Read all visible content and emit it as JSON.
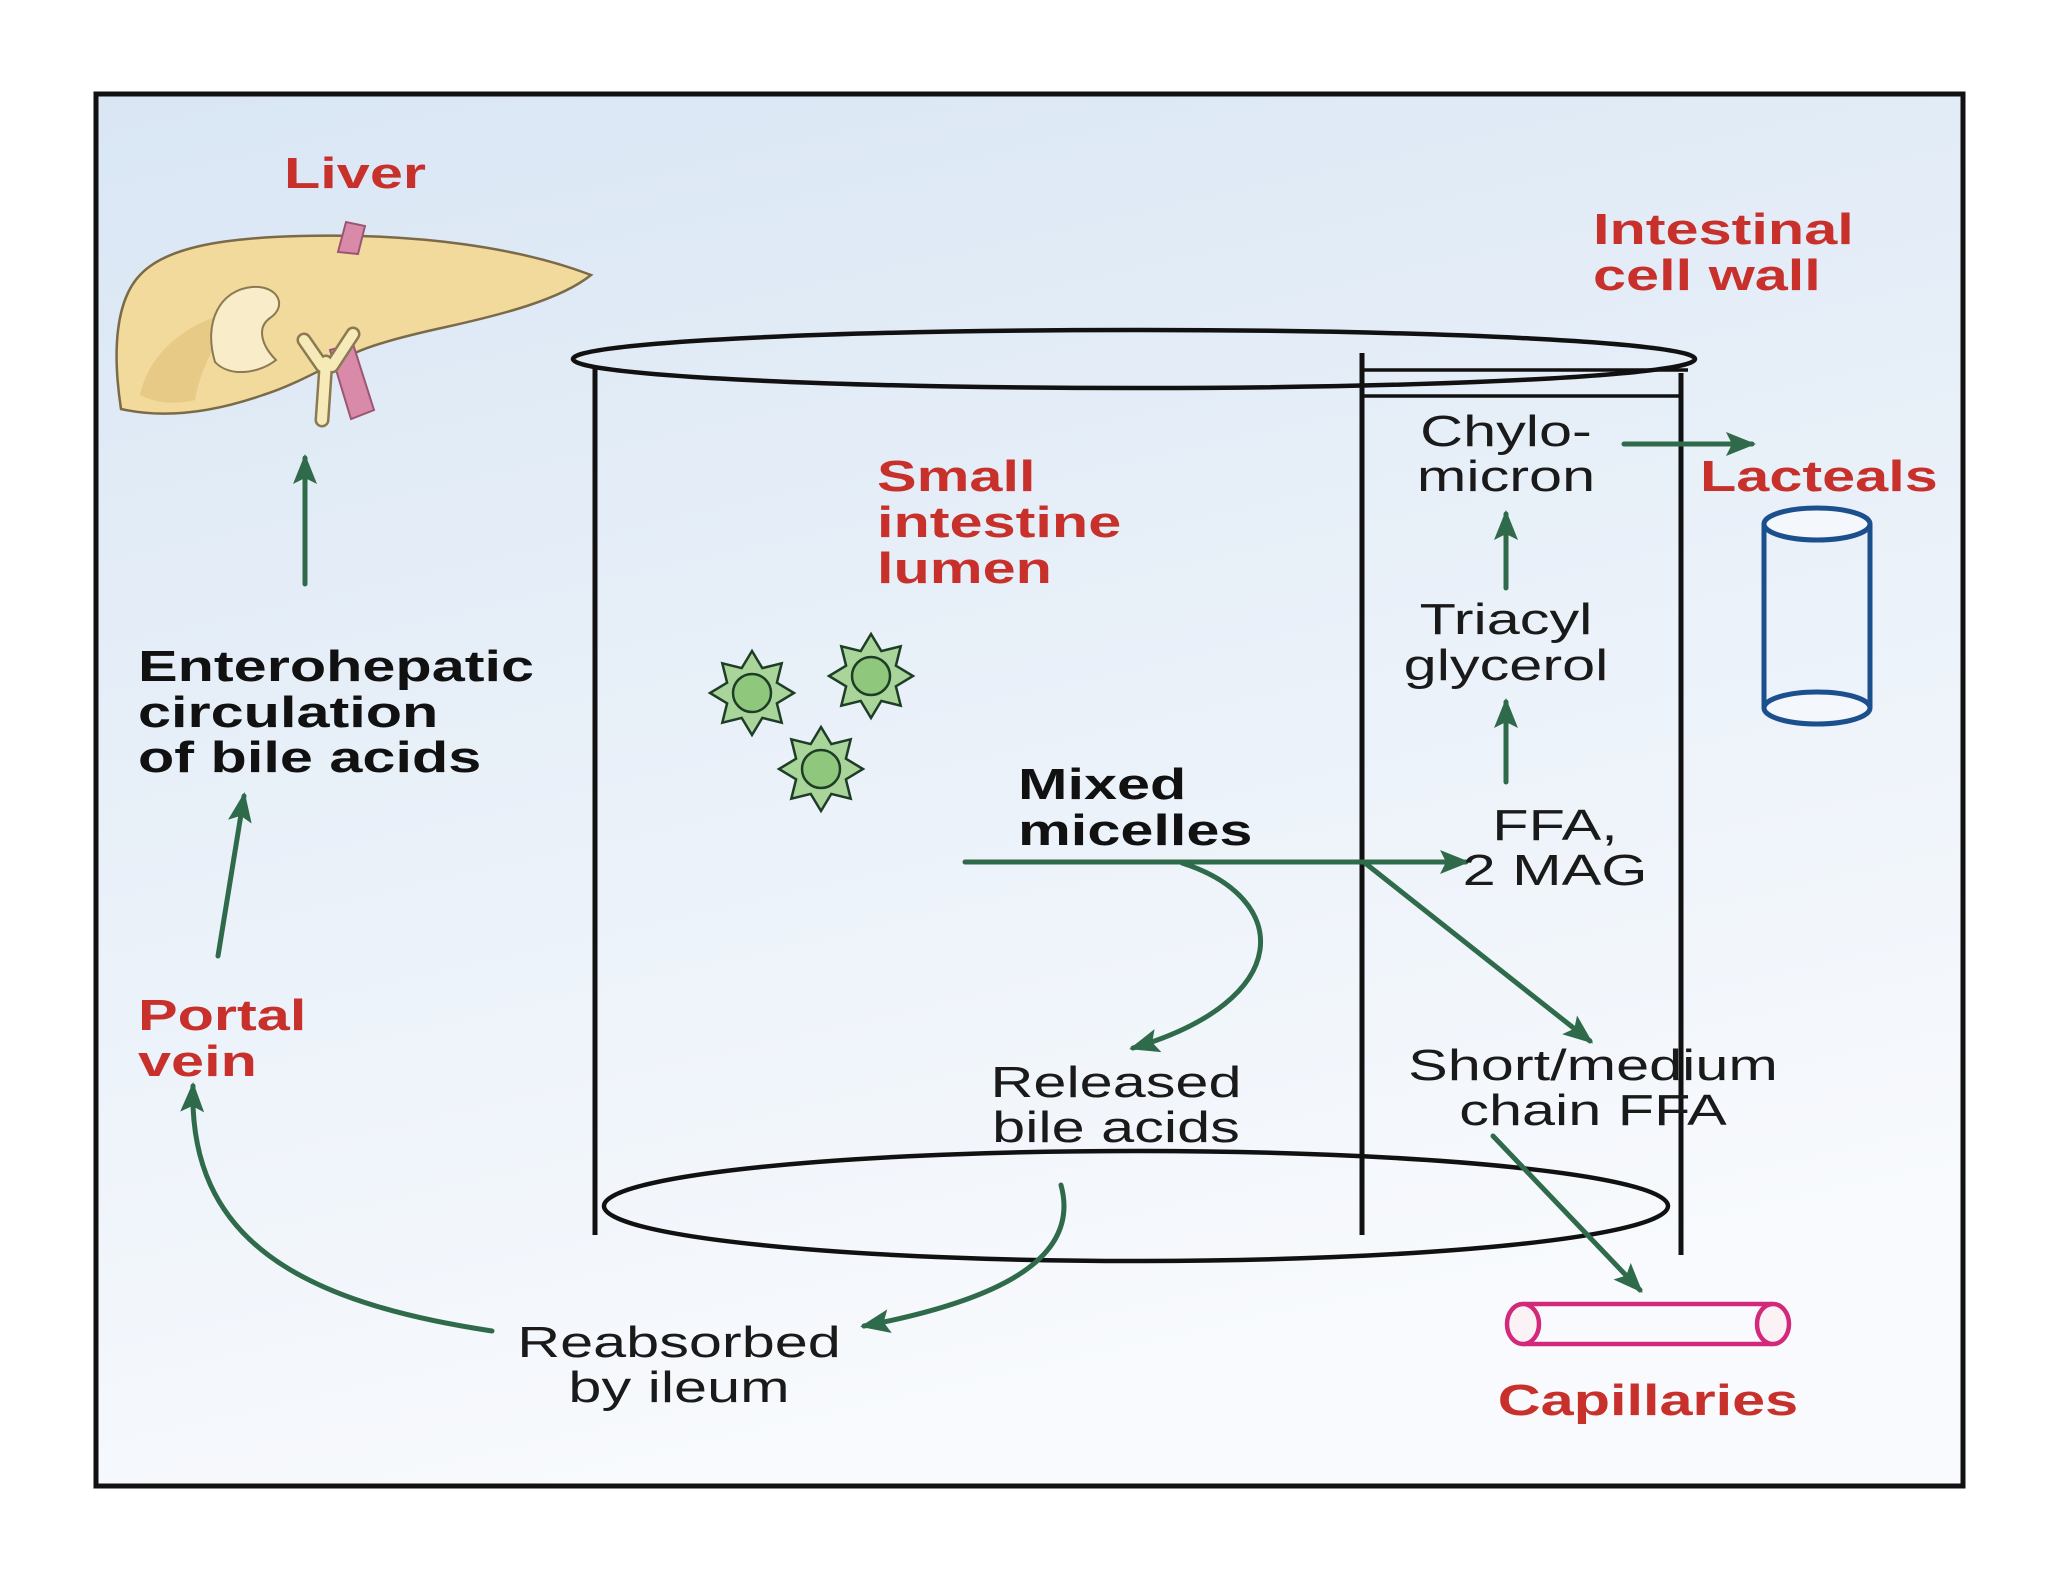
{
  "labels": {
    "liver": "Liver",
    "intestinal_cell_wall": [
      "Intestinal",
      "cell wall"
    ],
    "small_intestine_lumen": [
      "Small",
      "intestine",
      "lumen"
    ],
    "enterohepatic": [
      "Enterohepatic",
      "circulation",
      "of bile acids"
    ],
    "portal_vein": [
      "Portal",
      "vein"
    ],
    "mixed_micelles": [
      "Mixed",
      "micelles"
    ],
    "chylomicron": [
      "Chylo-",
      "micron"
    ],
    "lacteals": "Lacteals",
    "triacylglycerol": [
      "Triacyl",
      "glycerol"
    ],
    "ffa_2mag": [
      "FFA,",
      "2 MAG"
    ],
    "short_medium_ffa": [
      "Short/medium",
      "chain FFA"
    ],
    "released_bile_acids": [
      "Released",
      "bile acids"
    ],
    "reabsorbed_by_ileum": [
      "Reabsorbed",
      "by ileum"
    ],
    "capillaries": "Capillaries"
  },
  "colors": {
    "label_red": "#c8312b",
    "arrow_green": "#2f6b4a",
    "micelle_fill": "#8fc77d",
    "lacteal_blue": "#1c4f8e",
    "capillary_pink": "#d3297a",
    "liver_tan": "#f2d99c",
    "background_top": "#d9e6f4",
    "background_bottom": "#f8fafd"
  }
}
